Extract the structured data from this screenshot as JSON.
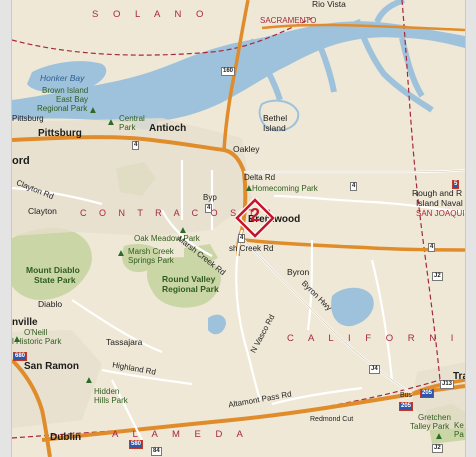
{
  "map": {
    "colors": {
      "land": "#efe8d6",
      "water": "#9fc2dc",
      "park": "#cbd6a7",
      "highway": "#e08c2b",
      "road": "#ffffff",
      "county_line": "#a5283c",
      "marker": "#c3182b"
    },
    "marker": {
      "number": "2",
      "icon": "diamond-marker-icon"
    },
    "labels": {
      "solano": "S O L A N O",
      "rio_vista": "Rio Vista",
      "sacramento": "SACRAMENTO",
      "honker_bay": "Honker Bay",
      "brown_island": "Brown Island",
      "east_bay": "East Bay",
      "regional_park": "Regional Park",
      "pittsburg_road": "Pittsburg",
      "pittsburg": "Pittsburg",
      "central_park_1": "Central",
      "central_park_2": "Park",
      "antioch": "Antioch",
      "bethel_1": "Bethel",
      "bethel_2": "Island",
      "oakley": "Oakley",
      "delta_rd": "Delta Rd",
      "homecoming_park": "Homecoming Park",
      "cord": "ord",
      "clayton_rd": "Clayton Rd",
      "clayton": "Clayton",
      "contra_costa": "C O N T R A   C O S T A",
      "byp": "Byp",
      "brentwood": "Brentwood",
      "rough_1": "Rough and R",
      "rough_2": "Island Naval",
      "san_joaquin": "SAN JOAQUIN",
      "oak_meadow": "Oak Meadow Park",
      "marsh_creek_road": "Marsh Creek Rd",
      "marsh_creek_sh": "sh  Creek Rd",
      "marsh_creek_park_1": "Marsh Creek",
      "marsh_creek_park_2": "Springs Park",
      "round_valley_1": "Round Valley",
      "round_valley_2": "Regional Park",
      "byron": "Byron",
      "byron_hwy": "Byron Hwy",
      "mount_diablo_1": "Mount Diablo",
      "mount_diablo_2": "State Park",
      "diablo": "Diablo",
      "danville": "nville",
      "oneill_1": "O'Neill",
      "oneill_2": "l Historic Park",
      "tassajara": "Tassajara",
      "vasco_rd": "N Vasco Rd",
      "california": "C A L I F O R N I A",
      "san_ramon": "San Ramon",
      "highland_rd": "Highland Rd",
      "hidden_hills_1": "Hidden",
      "hidden_hills_2": "Hills Park",
      "altamont_pass": "Altamont Pass Rd",
      "redmond_cut": "Redmond Cut",
      "bus": "Bus",
      "trac": "Trac",
      "gretchen_1": "Gretchen",
      "gretchen_2": "Talley Park",
      "ke_1": "Ke",
      "ke_2": "Pa",
      "dublin": "Dublin",
      "alameda": "A L A M E D A"
    },
    "shields": {
      "s160": "160",
      "s4a": "4",
      "s4b": "4",
      "s4c": "4",
      "s4d": "4",
      "s4e": "4",
      "sj2a": "J2",
      "sj2b": "J2",
      "sj4": "J4",
      "sj13": "J13",
      "s680": "680",
      "s580": "580",
      "s84": "84",
      "s205a": "205",
      "s205b": "205",
      "s5": "5"
    }
  }
}
